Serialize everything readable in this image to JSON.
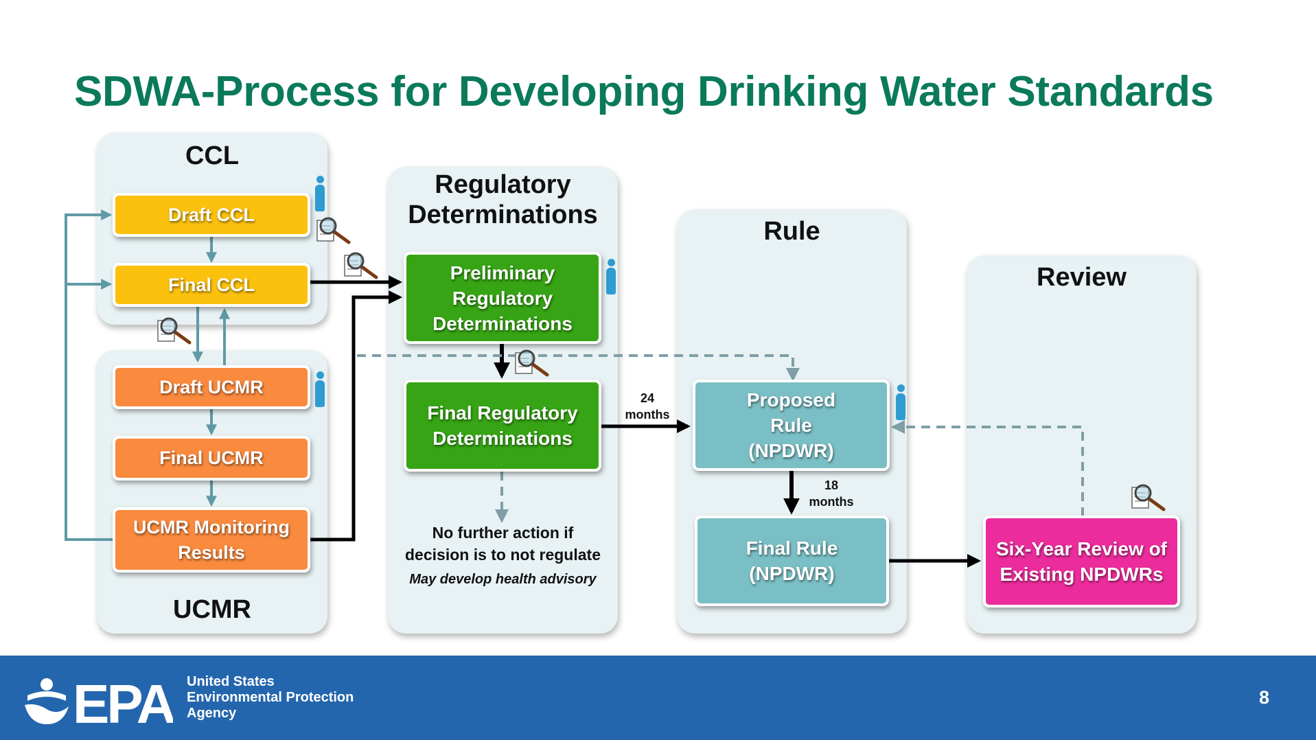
{
  "title": "SDWA-Process for Developing Drinking Water Standards",
  "panels": {
    "ccl": "CCL",
    "ucmr": "UCMR",
    "regdet": "Regulatory Determinations",
    "rule": "Rule",
    "review": "Review"
  },
  "boxes": {
    "draft_ccl": "Draft CCL",
    "final_ccl": "Final CCL",
    "draft_ucmr": "Draft UCMR",
    "final_ucmr": "Final UCMR",
    "ucmr_results": "UCMR Monitoring Results",
    "prelim_regdet": "Preliminary Regulatory Determinations",
    "final_regdet": "Final Regulatory Determinations",
    "proposed_rule": "Proposed Rule (NPDWR)",
    "final_rule": "Final Rule (NPDWR)",
    "six_year": "Six-Year Review of Existing NPDWRs"
  },
  "labels": {
    "m24_num": "24",
    "m24_unit": "months",
    "m18_num": "18",
    "m18_unit": "months"
  },
  "notes": {
    "line1": "No further action if",
    "line2": "decision is to not regulate",
    "line3": "May develop health advisory"
  },
  "footer": {
    "org_line1": "United States",
    "org_line2": "Environmental Protection",
    "org_line3": "Agency",
    "logo_text": "EPA",
    "page_number": "8"
  },
  "icons": [
    "person-icon",
    "magnifier-document-icon",
    "epa-logo"
  ],
  "colors": {
    "title": "#0a7a5a",
    "ccl_box": "#fcc10d",
    "ucmr_box": "#fa8a3e",
    "regdet_box": "#36a414",
    "rule_box": "#7abfc5",
    "review_box": "#ec2c9c",
    "panel": "#e8f1f3",
    "footer": "#2466ae",
    "connector": "#5f9aa6"
  }
}
